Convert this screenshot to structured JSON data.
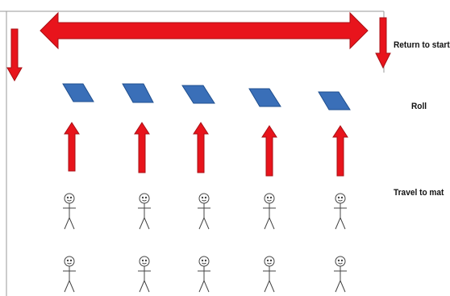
{
  "labels": {
    "return": "Return to start",
    "roll": "Roll",
    "travel": "Travel to mat"
  },
  "colors": {
    "arrow": "#e8141c",
    "arrow_edge": "#a80f14",
    "mat": "#3a6fb8",
    "mat_edge": "#1f4f8f",
    "figure": "#444444"
  },
  "icons": {
    "mat": "mat-icon",
    "person": "stick-figure-icon",
    "arrow": "red-arrow-icon"
  },
  "columns": 5,
  "rows_of_people": 2
}
